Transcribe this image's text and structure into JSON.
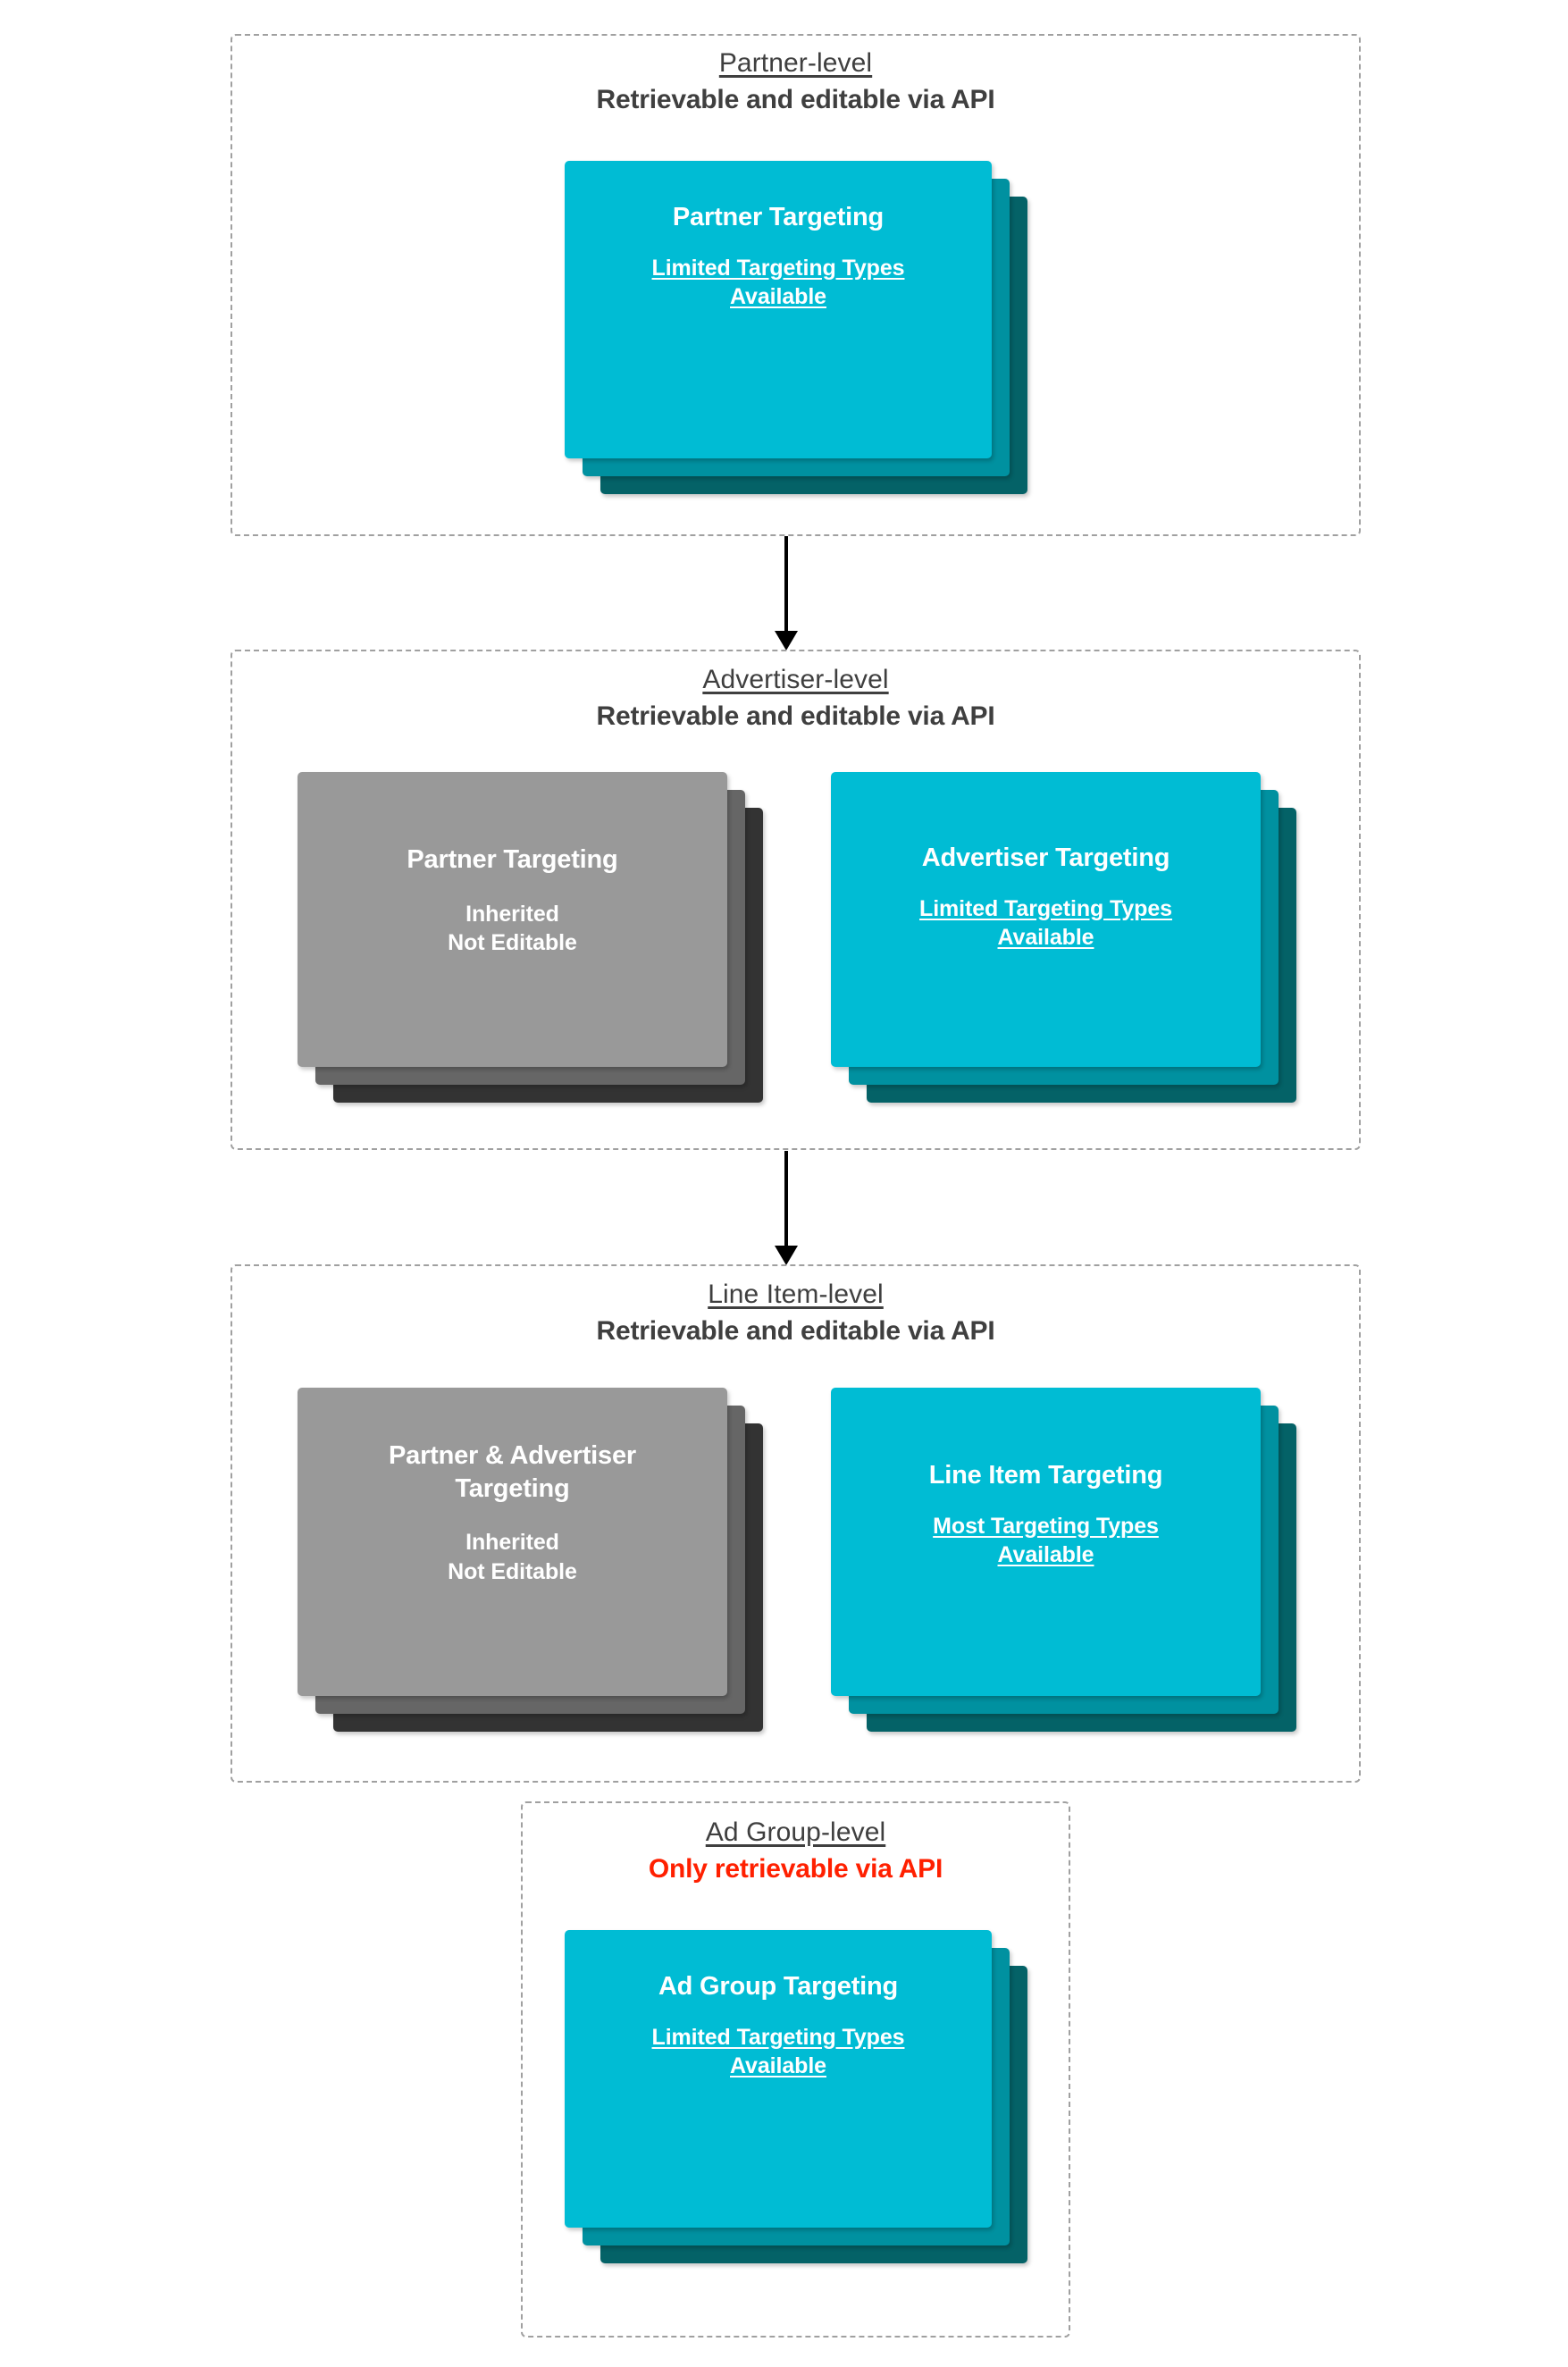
{
  "diagram": {
    "title": "Targeting inheritance across API levels",
    "accent_cyan": "#00bcd4",
    "accent_cyan_mid": "#0091a0",
    "accent_cyan_back": "#046267",
    "gray_front": "#999999",
    "gray_mid": "#666666",
    "gray_back": "#333333",
    "warning_color": "#ff2000",
    "border_color": "#a0a0a0",
    "text_color": "#3f3f3f"
  },
  "levels": [
    {
      "id": "partner",
      "title": "Partner-level",
      "subtitle": "Retrievable and editable via API",
      "subtitle_is_warning": false,
      "cards": [
        {
          "id": "partner-targeting",
          "theme": "cyan",
          "title": "Partner Targeting",
          "note_lines": [
            "Limited Targeting Types",
            "Available"
          ],
          "note_underlined": true
        }
      ]
    },
    {
      "id": "advertiser",
      "title": "Advertiser-level",
      "subtitle": "Retrievable and editable via API",
      "subtitle_is_warning": false,
      "cards": [
        {
          "id": "partner-targeting-inherited",
          "theme": "gray",
          "title": "Partner Targeting",
          "note_lines": [
            "Inherited",
            "Not Editable"
          ],
          "note_underlined": false
        },
        {
          "id": "advertiser-targeting",
          "theme": "cyan",
          "title": "Advertiser Targeting",
          "note_lines": [
            "Limited Targeting Types",
            "Available"
          ],
          "note_underlined": true
        }
      ]
    },
    {
      "id": "line-item",
      "title": "Line Item-level",
      "subtitle": "Retrievable and editable via API",
      "subtitle_is_warning": false,
      "cards": [
        {
          "id": "partner-advertiser-targeting-inherited",
          "theme": "gray",
          "title": "Partner & Advertiser Targeting",
          "note_lines": [
            "Inherited",
            "Not Editable"
          ],
          "note_underlined": false
        },
        {
          "id": "line-item-targeting",
          "theme": "cyan",
          "title": "Line Item Targeting",
          "note_lines": [
            "Most Targeting Types",
            "Available"
          ],
          "note_underlined": true
        }
      ]
    },
    {
      "id": "ad-group",
      "title": "Ad Group-level",
      "subtitle": "Only retrievable via API",
      "subtitle_is_warning": true,
      "cards": [
        {
          "id": "ad-group-targeting",
          "theme": "cyan",
          "title": "Ad Group Targeting",
          "note_lines": [
            "Limited Targeting Types",
            "Available"
          ],
          "note_underlined": true
        }
      ]
    }
  ],
  "connectors": [
    {
      "id": "partner-to-advertiser",
      "from": "partner",
      "to": "advertiser"
    },
    {
      "id": "advertiser-to-line-item",
      "from": "advertiser",
      "to": "line-item"
    }
  ],
  "text": {
    "l0_title": "Partner-level",
    "l0_sub": "Retrievable and editable via API",
    "l0_c0_title": "Partner Targeting",
    "l0_c0_n0": "Limited Targeting Types",
    "l0_c0_n1": "Available",
    "l1_title": "Advertiser-level",
    "l1_sub": "Retrievable and editable via API",
    "l1_c0_title": "Partner Targeting",
    "l1_c0_n0": "Inherited",
    "l1_c0_n1": "Not Editable",
    "l1_c1_title": "Advertiser Targeting",
    "l1_c1_n0": "Limited Targeting Types",
    "l1_c1_n1": "Available",
    "l2_title": "Line Item-level",
    "l2_sub": "Retrievable and editable via API",
    "l2_c0_title": "Partner & Advertiser Targeting",
    "l2_c0_n0": "Inherited",
    "l2_c0_n1": "Not Editable",
    "l2_c1_title": "Line Item Targeting",
    "l2_c1_n0": "Most Targeting Types",
    "l2_c1_n1": "Available",
    "l3_title": "Ad Group-level",
    "l3_sub": "Only retrievable via API",
    "l3_c0_title": "Ad Group Targeting",
    "l3_c0_n0": "Limited Targeting Types",
    "l3_c0_n1": "Available"
  }
}
